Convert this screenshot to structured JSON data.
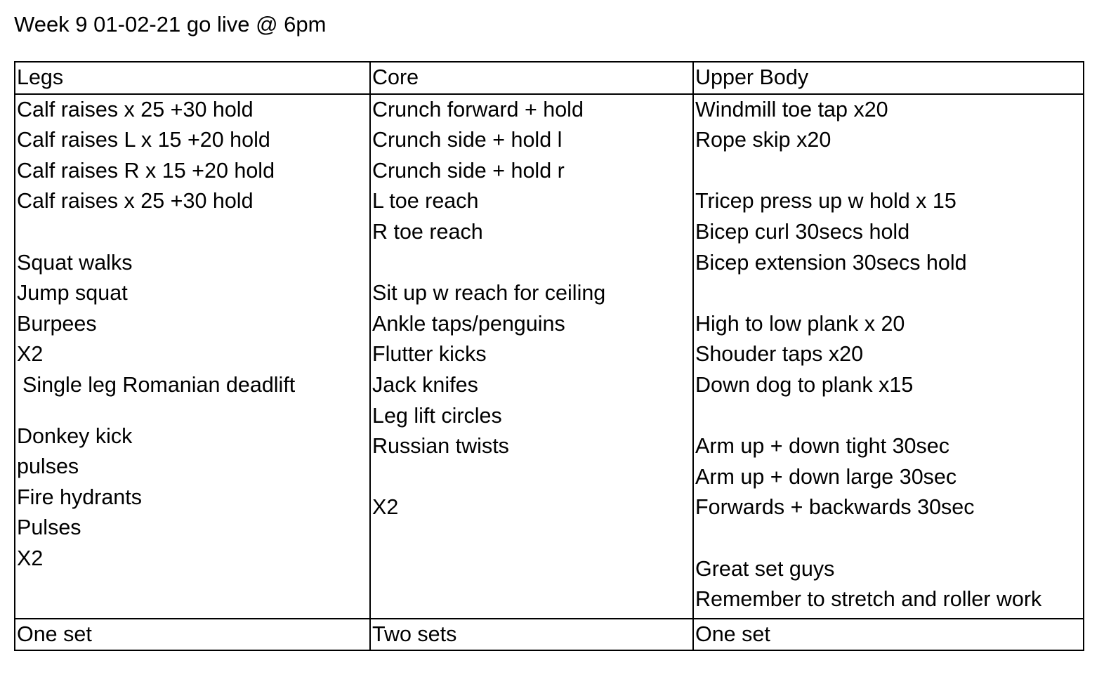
{
  "title": "Week 9 01-02-21 go live @ 6pm",
  "columns": [
    {
      "header": "Legs",
      "lines": [
        "Calf raises x 25 +30 hold",
        "Calf raises L x 15 +20 hold",
        "Calf raises R x 15 +20 hold",
        "Calf raises x 25 +30 hold",
        "",
        "Squat walks",
        "Jump squat",
        "Burpees",
        "X2",
        " Single leg Romanian deadlift",
        "Donkey kick",
        "pulses",
        "Fire hydrants",
        "Pulses",
        "X2"
      ],
      "footer": "One set"
    },
    {
      "header": "Core",
      "lines": [
        "Crunch forward + hold",
        "Crunch side + hold l",
        "Crunch side + hold r",
        "L toe reach",
        "R toe reach",
        "",
        "Sit up w reach for ceiling",
        "Ankle taps/penguins",
        "Flutter kicks",
        "Jack knifes",
        "Leg lift circles",
        "Russian twists",
        "",
        "X2"
      ],
      "footer": "Two sets"
    },
    {
      "header": "Upper Body",
      "lines": [
        "Windmill toe tap x20",
        "Rope skip x20",
        "",
        "Tricep press up w hold x 15",
        "Bicep curl 30secs hold",
        "Bicep extension 30secs hold",
        "",
        "High to low plank x 20",
        "Shouder taps x20",
        "Down dog to plank x15",
        "",
        "Arm up + down tight 30sec",
        "Arm up + down large 30sec",
        "Forwards + backwards 30sec",
        "",
        "Great set guys",
        "Remember to stretch and roller work"
      ],
      "footer": "One set"
    }
  ]
}
